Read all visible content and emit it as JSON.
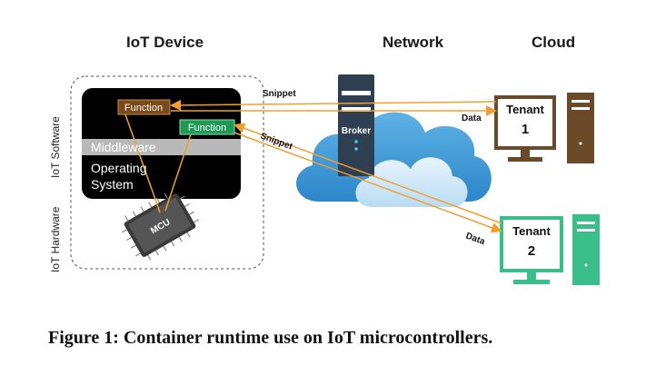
{
  "headers": {
    "iot_device": "IoT Device",
    "network": "Network",
    "cloud": "Cloud"
  },
  "side_labels": {
    "software": "IoT Software",
    "hardware": "IoT Hardware"
  },
  "device": {
    "function_1": "Function",
    "function_2": "Function",
    "middleware": "Middleware",
    "os_line1": "Operating",
    "os_line2": "System",
    "mcu": "MCU"
  },
  "broker": {
    "label": "Broker"
  },
  "arrows": {
    "snippet_top": "Snippet",
    "snippet_diag": "Snippet",
    "data_1": "Data",
    "data_2": "Data"
  },
  "tenant1": {
    "label": "Tenant",
    "number": "1"
  },
  "tenant2": {
    "label": "Tenant",
    "number": "2"
  },
  "caption": "Figure 1: Container runtime use on IoT microcontrollers.",
  "colors": {
    "arrow": "#f0a030",
    "function_1": "#7a4a18",
    "function_2": "#1f9a55",
    "tenant1": "#6b4a2a",
    "tenant2": "#3bbf8a",
    "broker": "#2f3f52",
    "cloud": "#4aa0d8"
  }
}
